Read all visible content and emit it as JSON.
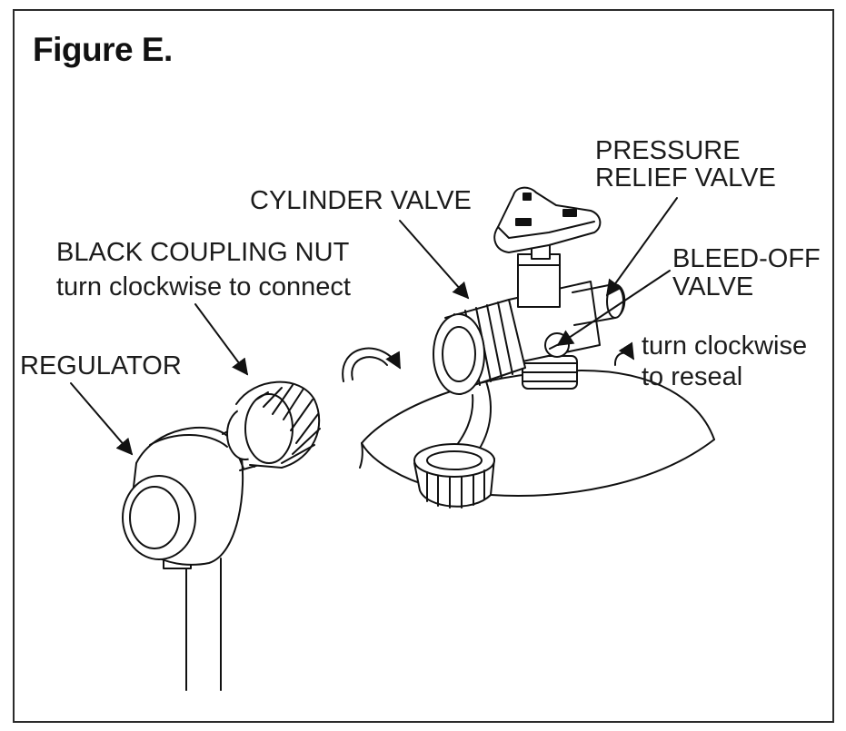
{
  "figure": {
    "title": "Figure E.",
    "labels": {
      "pressure_relief_valve_line1": "PRESSURE",
      "pressure_relief_valve_line2": "RELIEF VALVE",
      "cylinder_valve": "CYLINDER VALVE",
      "black_coupling_nut": "BLACK COUPLING NUT",
      "coupling_instruction": "turn clockwise to connect",
      "bleed_off_valve_line1": "BLEED-OFF",
      "bleed_off_valve_line2": "VALVE",
      "regulator": "REGULATOR",
      "reseal_instruction_line1": "turn clockwise",
      "reseal_instruction_line2": "to reseal"
    }
  }
}
